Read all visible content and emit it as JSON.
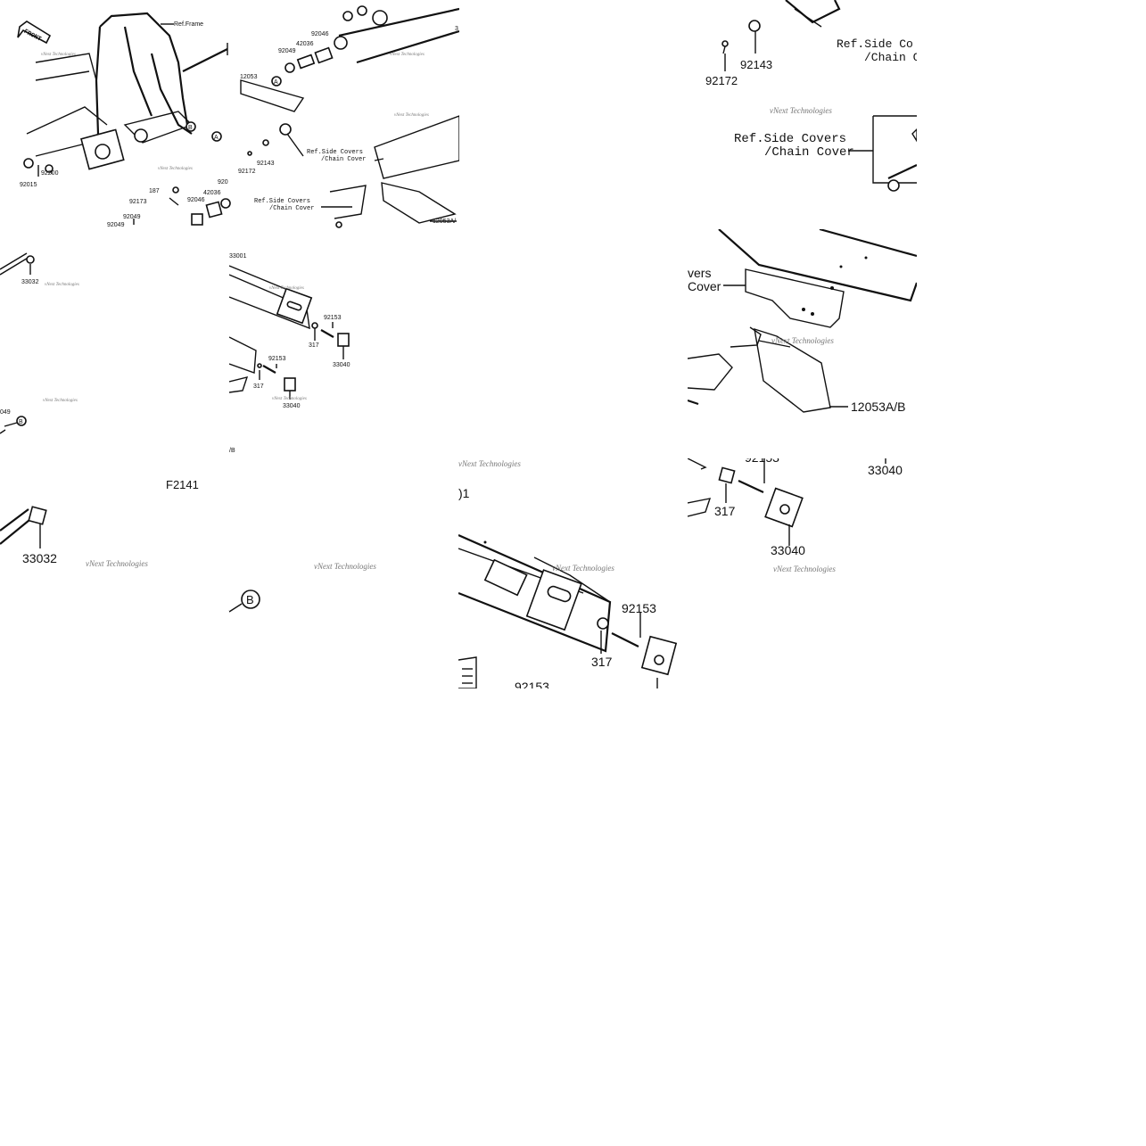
{
  "brand": {
    "front_arrow": "FRONT"
  },
  "watermark": {
    "text": "vNext Technologies"
  },
  "tile_overview": {
    "figure_id": "F2141",
    "parts": [
      "92015",
      "92200",
      "187",
      "92173",
      "92049",
      "92049",
      "42036",
      "92046",
      "920",
      "92049",
      "42036",
      "92046",
      "12053",
      "92143",
      "92172",
      "12053A/"
    ],
    "refs": [
      "Ref.Frame",
      "Ref.Side Covers",
      "/Chain Cover",
      "Ref.Side Covers",
      "/Chain Cover"
    ],
    "markers": [
      "A",
      "B",
      "A"
    ],
    "fragment": "3"
  },
  "tile_top_right": {
    "parts": [
      "92143",
      "92172"
    ],
    "refs": [
      "Ref.Side Co",
      "/Chain C",
      "Ref.Side Covers",
      "/Chain Cover"
    ]
  },
  "tile_mid_left": {
    "parts": [
      "33032",
      "049"
    ],
    "markers": [
      "B"
    ]
  },
  "tile_mid_center": {
    "parts": [
      "33001",
      "92153",
      "317",
      "33040",
      "92153",
      "317",
      "33040"
    ],
    "fragment": "/B"
  },
  "tile_mid_right": {
    "refs": [
      "vers",
      "Cover"
    ],
    "parts": [
      "12053A/B"
    ]
  },
  "tile_low_left": {
    "figure_id": "F2141",
    "parts": [
      "33032"
    ],
    "markers": [
      "B"
    ]
  },
  "tile_low_center": {
    "parts": [
      ")1",
      "92153",
      "317",
      "92153"
    ]
  },
  "tile_low_right": {
    "parts": [
      "92153",
      "317",
      "33040",
      "33040"
    ]
  }
}
